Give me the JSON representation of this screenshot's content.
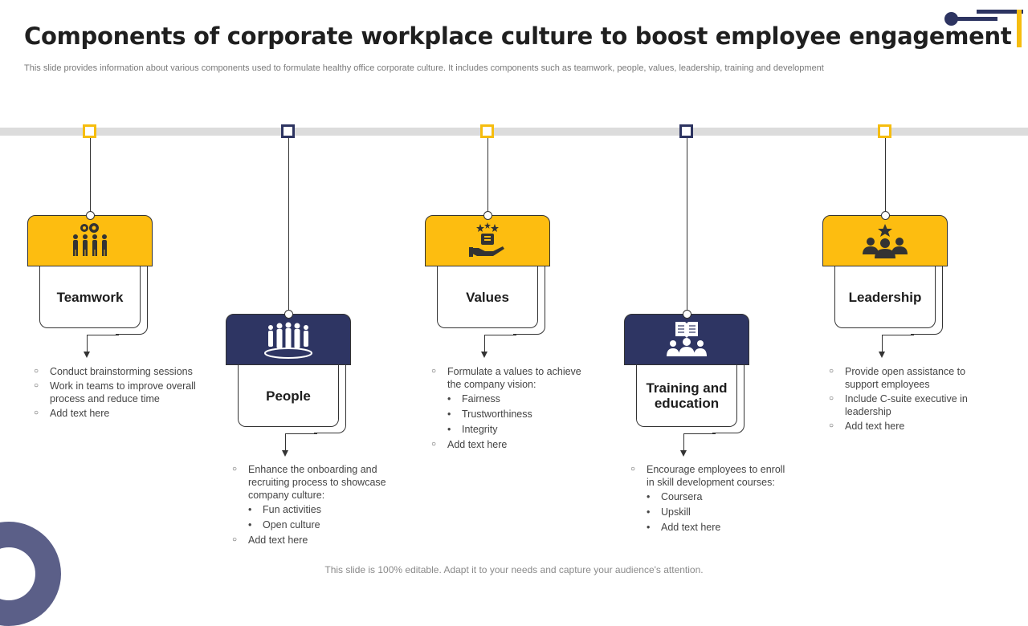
{
  "title": "Components of corporate workplace culture to boost employee engagement",
  "subtitle": "This slide provides information about various components used to formulate healthy office corporate culture. It includes components such as teamwork, people, values, leadership, training and development",
  "footer": "This slide is 100% editable. Adapt it to your needs and capture your audience's attention.",
  "colors": {
    "yellow": "#f6bd0f",
    "navy": "#2d3461",
    "rail": "#dcdcdc"
  },
  "components": [
    {
      "label": "Teamwork",
      "icon": "teamwork-gears-icon",
      "color": "yellow",
      "items": [
        {
          "text": "Conduct brainstorming sessions",
          "subs": []
        },
        {
          "text": "Work in teams to improve overall process and reduce time",
          "subs": []
        },
        {
          "text": "Add text here",
          "subs": []
        }
      ]
    },
    {
      "label": "People",
      "icon": "people-group-icon",
      "color": "navy",
      "items": [
        {
          "text": "Enhance the onboarding and recruiting process to showcase company culture:",
          "subs": [
            "Fun activities",
            "Open culture"
          ]
        },
        {
          "text": "Add text here",
          "subs": []
        }
      ]
    },
    {
      "label": "Values",
      "icon": "hand-values-icon",
      "color": "yellow",
      "items": [
        {
          "text": "Formulate a values to achieve the company vision:",
          "subs": [
            "Fairness",
            "Trustworthiness",
            "Integrity"
          ]
        },
        {
          "text": "Add text here",
          "subs": []
        }
      ]
    },
    {
      "label": "Training and education",
      "icon": "training-book-icon",
      "color": "navy",
      "items": [
        {
          "text": "Encourage employees to enroll in skill development courses:",
          "subs": [
            "Coursera",
            "Upskill",
            "Add text here"
          ]
        }
      ]
    },
    {
      "label": "Leadership",
      "icon": "leadership-star-icon",
      "color": "yellow",
      "items": [
        {
          "text": "Provide open assistance to support employees",
          "subs": []
        },
        {
          "text": "Include C-suite executive in leadership",
          "subs": []
        },
        {
          "text": "Add text here",
          "subs": []
        }
      ]
    }
  ]
}
